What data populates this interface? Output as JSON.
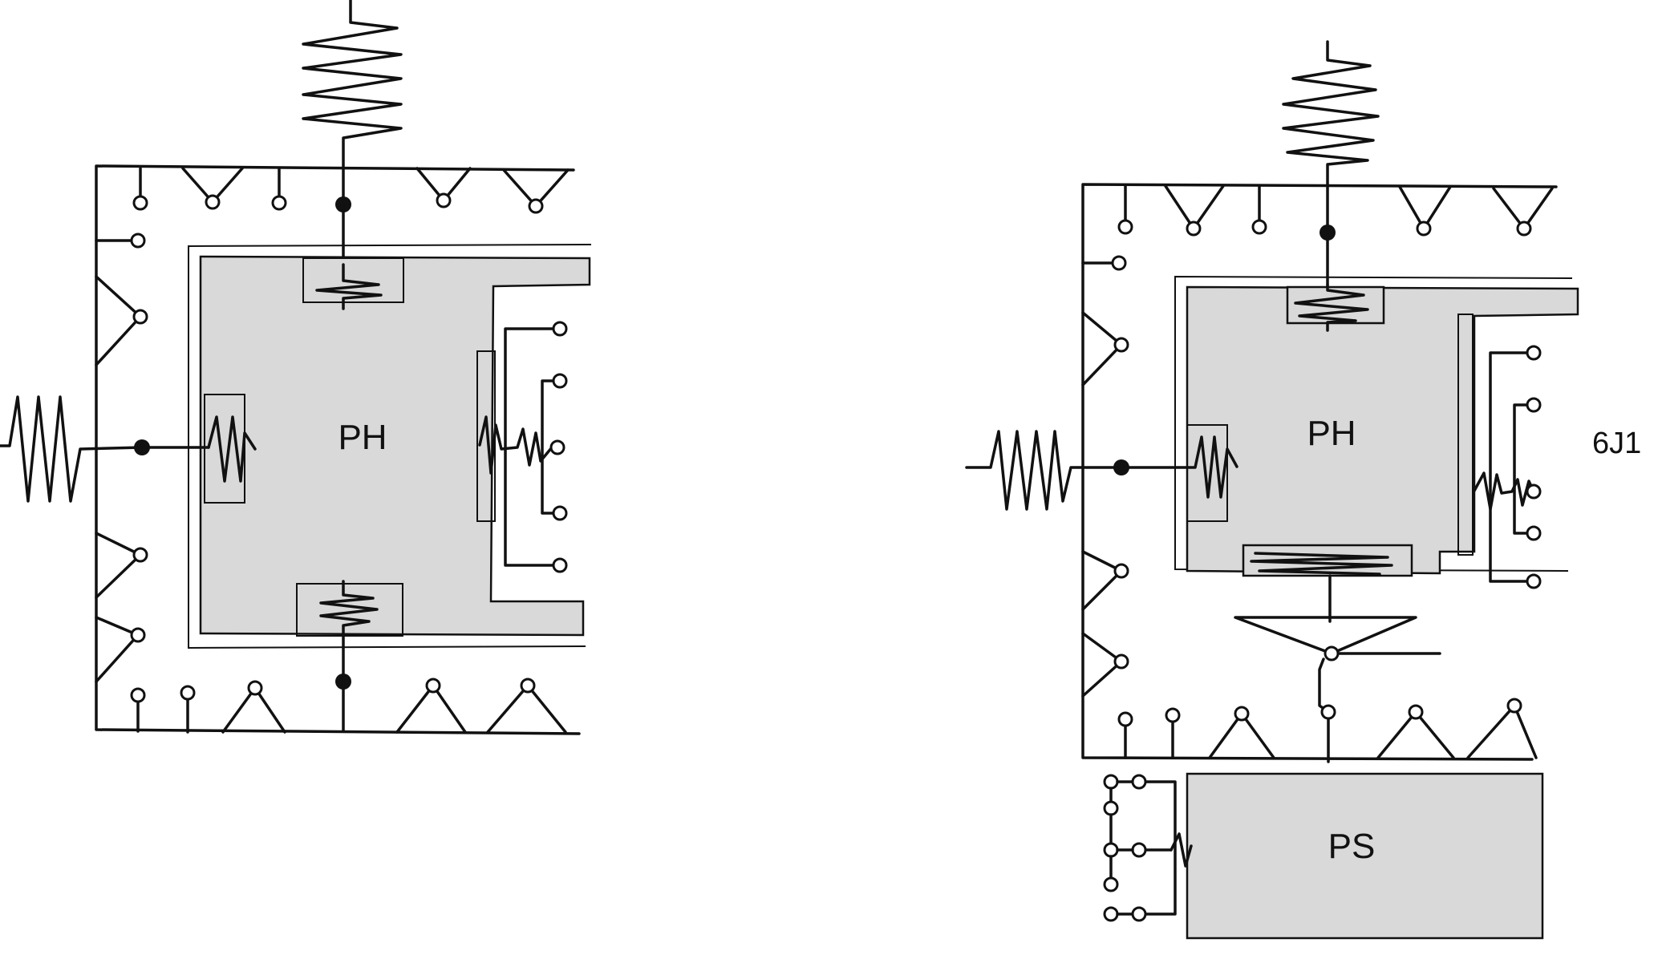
{
  "diagram": {
    "left_schematic": {
      "core_label": "PH"
    },
    "right_schematic": {
      "core_label": "PH",
      "lower_block_label": "PS"
    },
    "figure_code": "6J1"
  },
  "colors": {
    "ink": "#111111",
    "fill": "#d9d9d9",
    "paper": "#ffffff"
  }
}
